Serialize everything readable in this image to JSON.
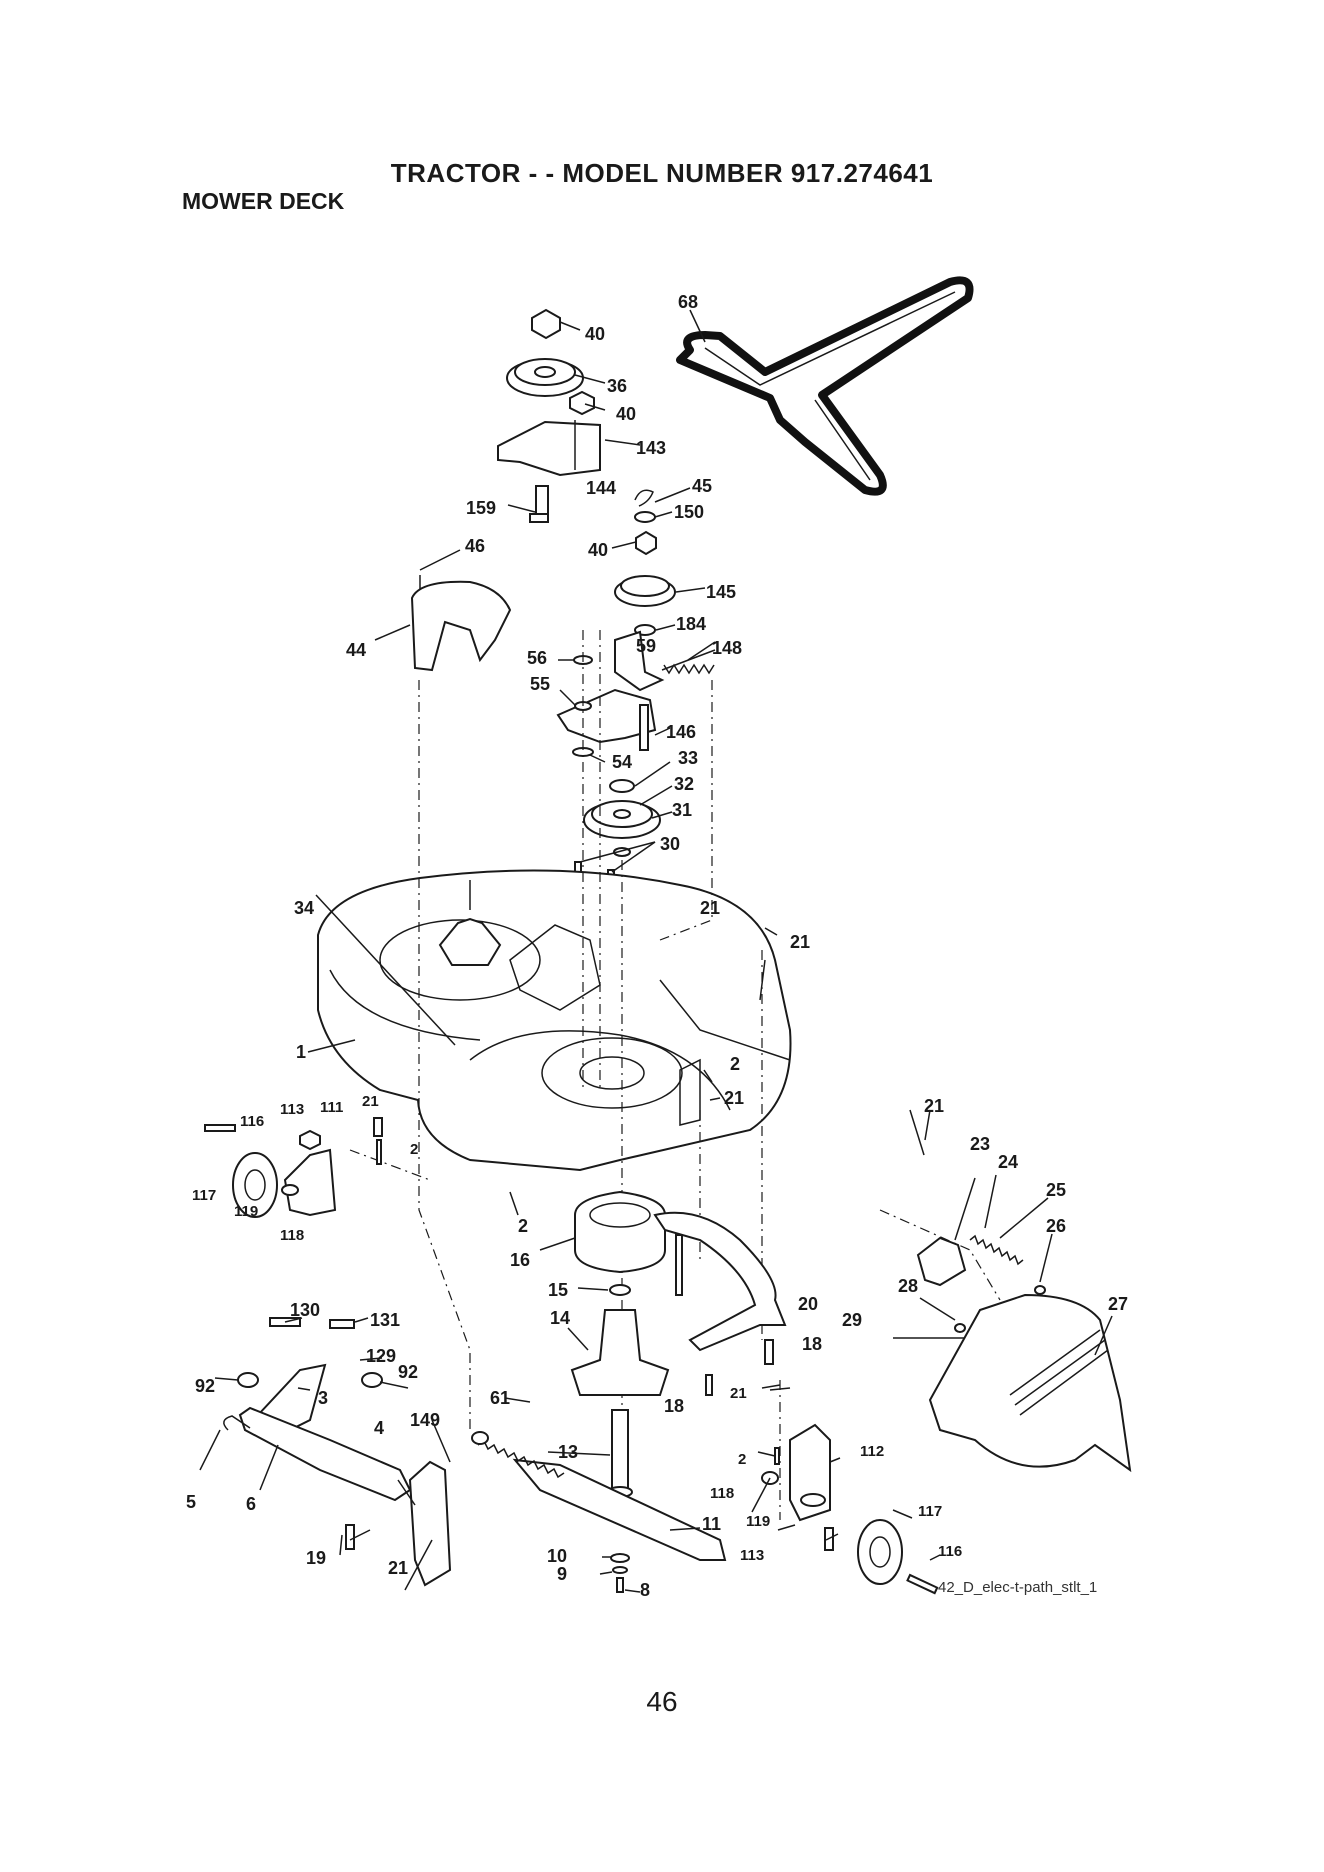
{
  "header": {
    "title": "TRACTOR - - MODEL NUMBER 917.274641",
    "subtitle": "MOWER DECK"
  },
  "footer": {
    "page_number": "46",
    "drawing_ref": "42_D_elec-t-path_stlt_1"
  },
  "callouts": [
    "68",
    "40",
    "36",
    "40",
    "143",
    "144",
    "45",
    "159",
    "150",
    "46",
    "40",
    "145",
    "184",
    "44",
    "56",
    "59",
    "148",
    "55",
    "146",
    "54",
    "33",
    "32",
    "31",
    "30",
    "34",
    "21",
    "21",
    "1",
    "2",
    "21",
    "21",
    "113",
    "111",
    "116",
    "2",
    "117",
    "119",
    "118",
    "2",
    "16",
    "21",
    "23",
    "24",
    "25",
    "26",
    "28",
    "27",
    "15",
    "20",
    "29",
    "130",
    "131",
    "14",
    "18",
    "129",
    "92",
    "92",
    "3",
    "61",
    "18",
    "21",
    "149",
    "4",
    "13",
    "112",
    "5",
    "6",
    "2",
    "118",
    "11",
    "119",
    "117",
    "19",
    "21",
    "10",
    "9",
    "113",
    "116",
    "8"
  ]
}
